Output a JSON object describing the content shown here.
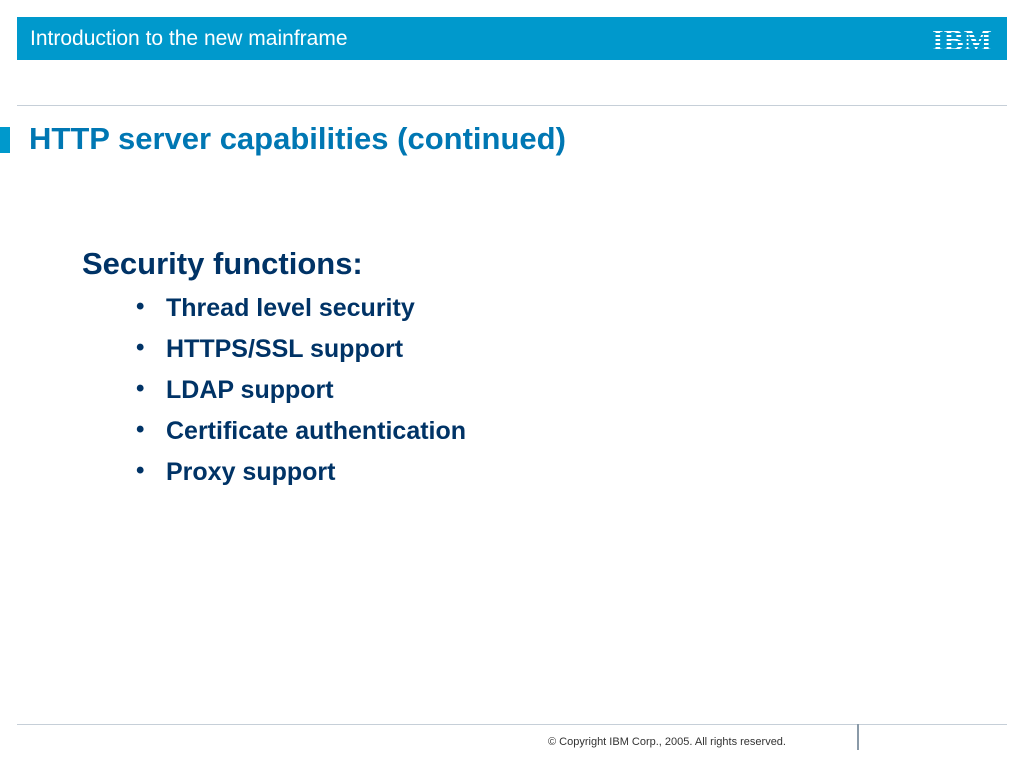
{
  "header": {
    "title": "Introduction to the new mainframe",
    "logo_text": "IBM",
    "bar_color": "#0099cc"
  },
  "slide": {
    "title": "HTTP server capabilities (continued)",
    "section_heading": "Security functions:",
    "bullets": [
      "Thread level security",
      "HTTPS/SSL support",
      "LDAP support",
      "Certificate authentication",
      "Proxy support"
    ]
  },
  "footer": {
    "copyright": "© Copyright IBM Corp., 2005. All rights reserved."
  }
}
